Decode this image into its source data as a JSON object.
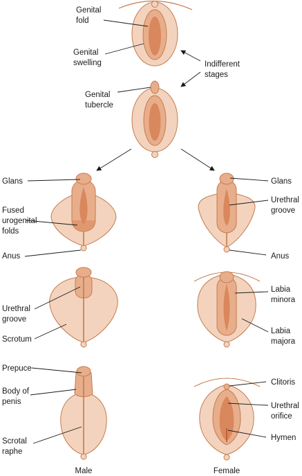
{
  "labels": {
    "genital_fold": [
      "Genital",
      "fold"
    ],
    "genital_swelling": [
      "Genital",
      "swelling"
    ],
    "indifferent_stages": [
      "Indifferent",
      "stages"
    ],
    "genital_tubercle": [
      "Genital",
      "tubercle"
    ],
    "male_glans": "Glans",
    "fused_urogenital_folds": [
      "Fused",
      "urogenital",
      "folds"
    ],
    "male_anus": "Anus",
    "female_glans": "Glans",
    "female_urethral_groove": [
      "Urethral",
      "groove"
    ],
    "female_anus": "Anus",
    "male_urethral_groove": [
      "Urethral",
      "groove"
    ],
    "scrotum": "Scrotum",
    "labia_minora": [
      "Labia",
      "minora"
    ],
    "labia_majora": [
      "Labia",
      "majora"
    ],
    "prepuce": "Prepuce",
    "body_of_penis": [
      "Body of",
      "penis"
    ],
    "scrotal_raphe": [
      "Scrotal",
      "raphe"
    ],
    "clitoris": "Clitoris",
    "urethral_orifice": [
      "Urethral",
      "orifice"
    ],
    "hymen": "Hymen"
  },
  "columns": {
    "male": "Male",
    "female": "Female"
  }
}
